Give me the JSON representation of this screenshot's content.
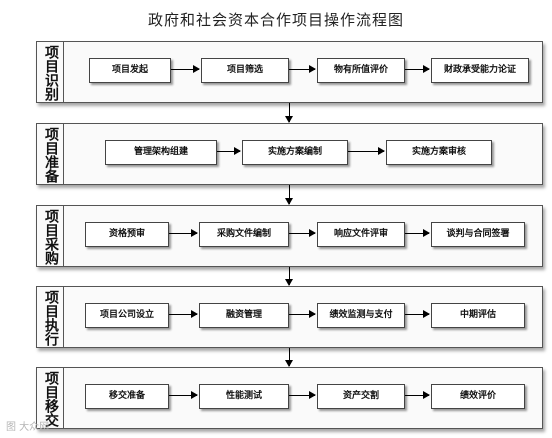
{
  "title": "政府和社会资本合作项目操作流程图",
  "stages": [
    {
      "label": "项目识别",
      "steps": [
        "项目发起",
        "项目筛选",
        "物有所值评价",
        "财政承受能力论证"
      ]
    },
    {
      "label": "项目准备",
      "steps": [
        "管理架构组建",
        "实施方案编制",
        "实施方案审核"
      ]
    },
    {
      "label": "项目采购",
      "steps": [
        "资格预审",
        "采购文件编制",
        "响应文件评审",
        "谈判与合同签署"
      ]
    },
    {
      "label": "项目执行",
      "steps": [
        "项目公司设立",
        "融资管理",
        "绩效监测与支付",
        "中期评估"
      ]
    },
    {
      "label": "项目移交",
      "steps": [
        "移交准备",
        "性能测试",
        "资产交割",
        "绩效评价"
      ]
    }
  ],
  "watermark": "图 大众网"
}
